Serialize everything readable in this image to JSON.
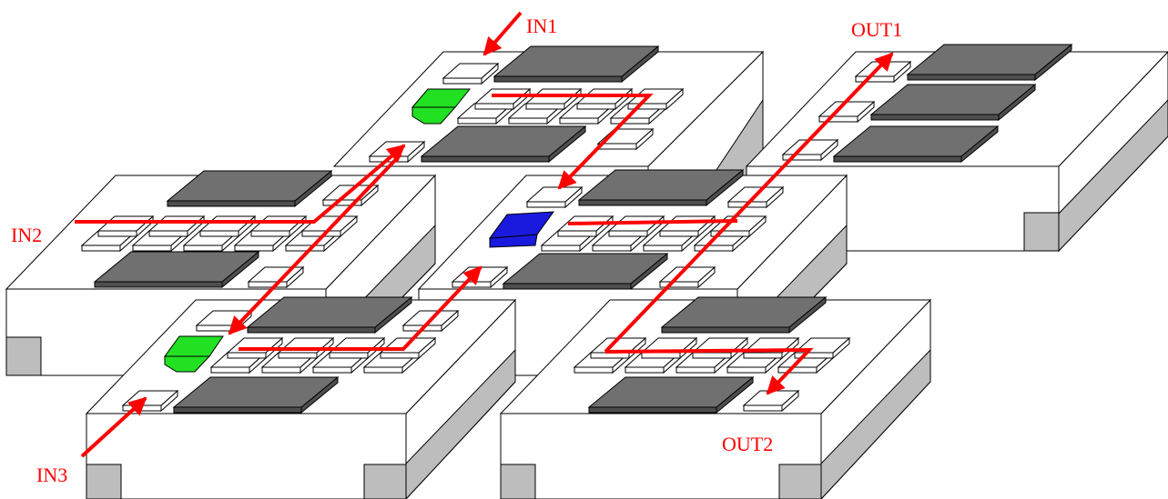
{
  "labels": {
    "in1": "IN1",
    "in2": "IN2",
    "in3": "IN3",
    "out1": "OUT1",
    "out2": "OUT2"
  },
  "colors": {
    "board_face": "#ffffff",
    "board_shadow": "#bdbdbd",
    "outline": "#000000",
    "chip": "#707070",
    "chip_side": "#4e4e4e",
    "green_block": "#22e022",
    "blue_block": "#1a1adf",
    "route": "#ff0000"
  }
}
